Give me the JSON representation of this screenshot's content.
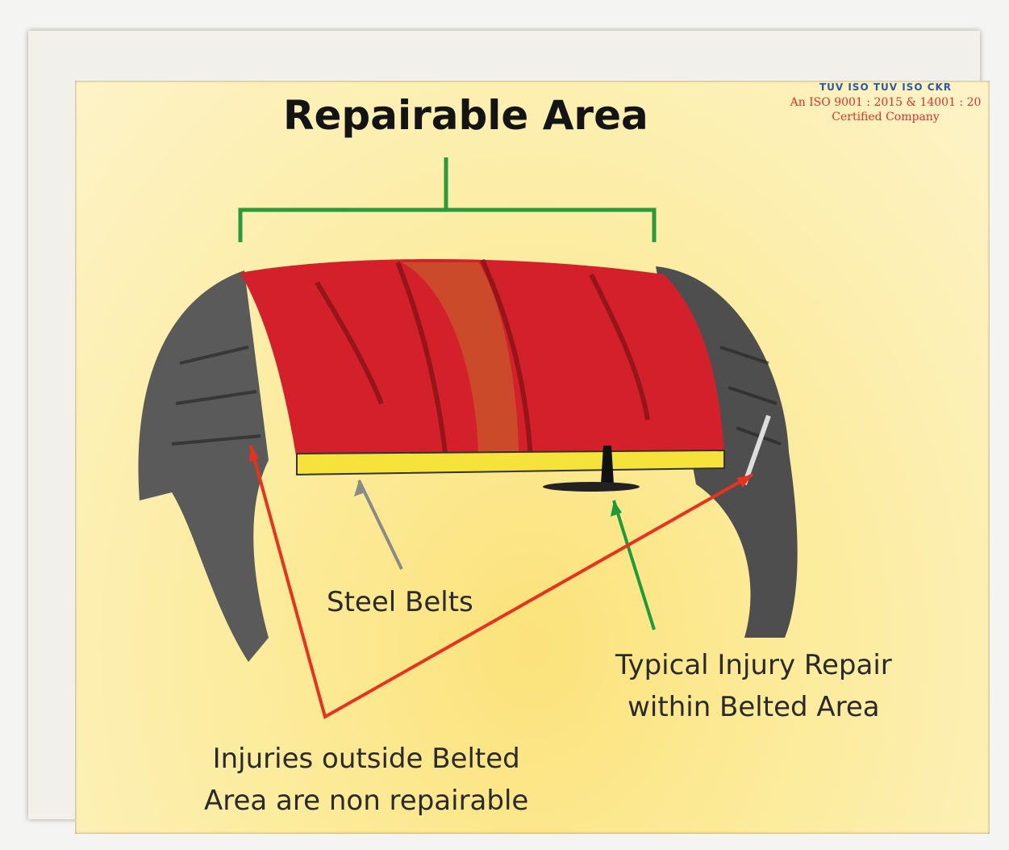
{
  "title": "Repairable Area",
  "certification": {
    "logos_text": "TUV ISO  TUV ISO  CKR",
    "line1": "An ISO 9001 : 2015 & 14001 : 20",
    "line2": "Certified Company"
  },
  "labels": {
    "steel_belts": "Steel Belts",
    "typical_repair_line1": "Typical Injury Repair",
    "typical_repair_line2": "within Belted Area",
    "outside_line1": "Injuries outside Belted",
    "outside_line2": "Area are non repairable"
  },
  "colors": {
    "bracket": "#2a9a3a",
    "red_arrow": "#e8321e",
    "green_arrow": "#1f9a3a",
    "grey_arrow": "#8a8a8a",
    "tread_red": "#d4202a",
    "belt_yellow": "#f5e23a"
  }
}
